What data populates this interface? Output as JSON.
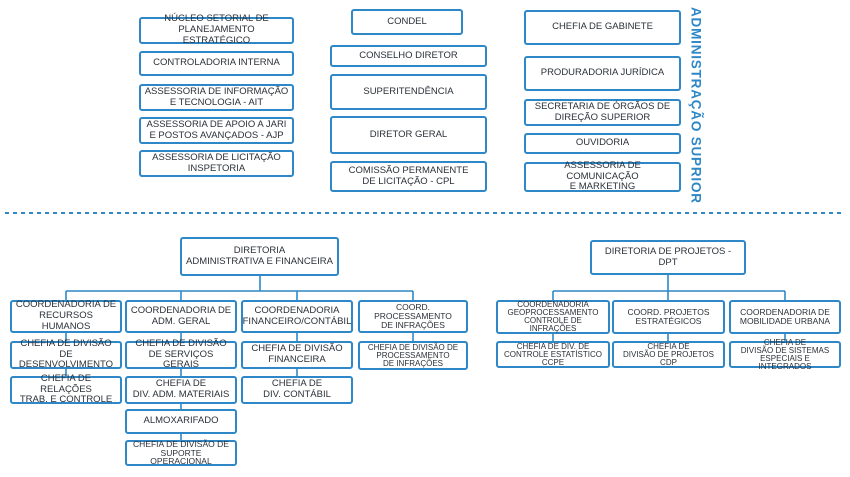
{
  "colors": {
    "accent": "#2e87c7",
    "text": "#2b3138",
    "divider": "#2e87c7"
  },
  "section_title": "ADMINISTRAÇÃO SUPRIOR",
  "top": {
    "left": [
      "NÚCLEO SETORIAL DE\nPLANEJAMENTO ESTRATÉGICO",
      "CONTROLADORIA INTERNA",
      "ASSESSORIA DE INFORMAÇÃO\nE TECNOLOGIA - AIT",
      "ASSESSORIA DE APOIO A JARI\nE POSTOS AVANÇADOS - AJP",
      "ASSESSORIA DE LICITAÇÃO\nINSPETORIA"
    ],
    "center": [
      "CONDEL",
      "CONSELHO DIRETOR",
      "SUPERITENDÊNCIA",
      "DIRETOR GERAL",
      "COMISSÃO PERMANENTE\nDE LICITAÇÃO - CPL"
    ],
    "right": [
      "CHEFIA DE GABINETE",
      "PRODURADORIA JURÍDICA",
      "SECRETARIA DE ÓRGÃOS DE\nDIREÇÃO SUPERIOR",
      "OUVIDORIA",
      "ASSESSORIA DE COMUNICAÇÃO\nE MARKETING"
    ]
  },
  "daf": {
    "title": "DIRETORIA\nADMINISTRATIVA E FINANCEIRA",
    "coordinations": [
      {
        "title": "COORDENADORIA DE\nRECURSOS HUMANOS",
        "children": [
          "CHEFIA DE DIVISÃO\nDE DESENVOLVIMENTO",
          "CHEFIA DE RELAÇÕES\nTRAB. E CONTROLE"
        ]
      },
      {
        "title": "COORDENADORIA DE\nADM. GERAL",
        "children": [
          "CHEFIA DE DIVISÃO\nDE SERVIÇOS GERAIS",
          "CHEFIA DE\nDIV. ADM. MATERIAIS",
          "ALMOXARIFADO",
          "CHEFIA DE DIVISÃO DE\nSUPORTE OPERACIONAL"
        ]
      },
      {
        "title": "COORDENADORIA\nFINANCEIRO/CONTÁBIL",
        "children": [
          "CHEFIA DE DIVISÃO\nFINANCEIRA",
          "CHEFIA DE\nDIV. CONTÁBIL"
        ]
      },
      {
        "title": "COORD. PROCESSAMENTO\nDE INFRAÇÕES",
        "children": [
          "CHEFIA DE DIVISÃO DE\nPROCESSAMENTO\nDE INFRAÇÕES"
        ]
      }
    ]
  },
  "dpt": {
    "title": "DIRETORIA DE PROJETOS - DPT",
    "coordinations": [
      {
        "title": "COORDENADORIA\nGEOPROCESSAMENTO\nCONTROLE DE INFRAÇÕES",
        "children": [
          "CHEFIA DE DIV. DE\nCONTROLE ESTATÍSTICO\nCCPE"
        ]
      },
      {
        "title": "COORD. PROJETOS\nESTRATÉGICOS",
        "children": [
          "CHEFIA DE\nDIVISÃO DE PROJETOS\nCDP"
        ]
      },
      {
        "title": "COORDENADORIA DE\nMOBILIDADE URBANA",
        "children": [
          "CHEFIA DE\nDIVISÃO DE SISTEMAS\nESPECIAIS E INTEGRADOS"
        ]
      }
    ]
  }
}
